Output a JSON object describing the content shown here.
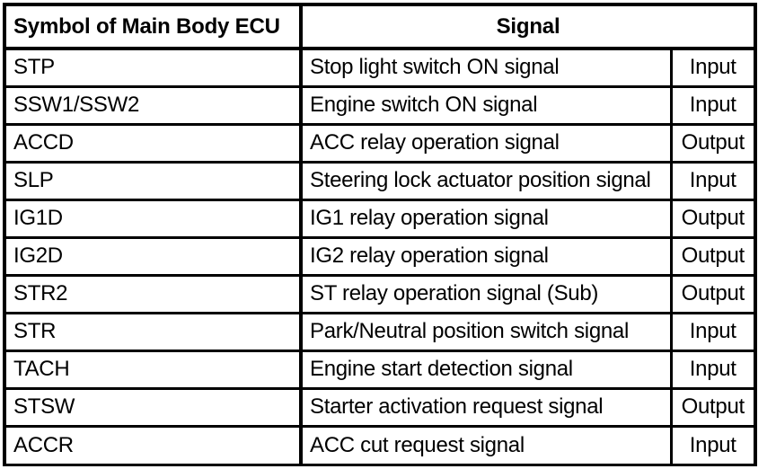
{
  "table": {
    "columns": {
      "symbol_header": "Symbol of Main Body ECU",
      "signal_header": "Signal"
    },
    "rows": [
      {
        "symbol": "STP",
        "description": "Stop light switch ON signal",
        "io": "Input"
      },
      {
        "symbol": "SSW1/SSW2",
        "description": "Engine switch ON signal",
        "io": "Input"
      },
      {
        "symbol": "ACCD",
        "description": "ACC relay operation signal",
        "io": "Output"
      },
      {
        "symbol": "SLP",
        "description": "Steering lock actuator position signal",
        "io": "Input"
      },
      {
        "symbol": "IG1D",
        "description": "IG1 relay operation signal",
        "io": "Output"
      },
      {
        "symbol": "IG2D",
        "description": "IG2 relay operation signal",
        "io": "Output"
      },
      {
        "symbol": "STR2",
        "description": "ST relay operation signal (Sub)",
        "io": "Output"
      },
      {
        "symbol": "STR",
        "description": "Park/Neutral position switch signal",
        "io": "Input"
      },
      {
        "symbol": "TACH",
        "description": "Engine start detection signal",
        "io": "Input"
      },
      {
        "symbol": "STSW",
        "description": "Starter activation request signal",
        "io": "Output"
      },
      {
        "symbol": "ACCR",
        "description": "ACC cut request signal",
        "io": "Input"
      }
    ]
  },
  "colors": {
    "border": "#000000",
    "text": "#000000",
    "background": "#ffffff"
  }
}
